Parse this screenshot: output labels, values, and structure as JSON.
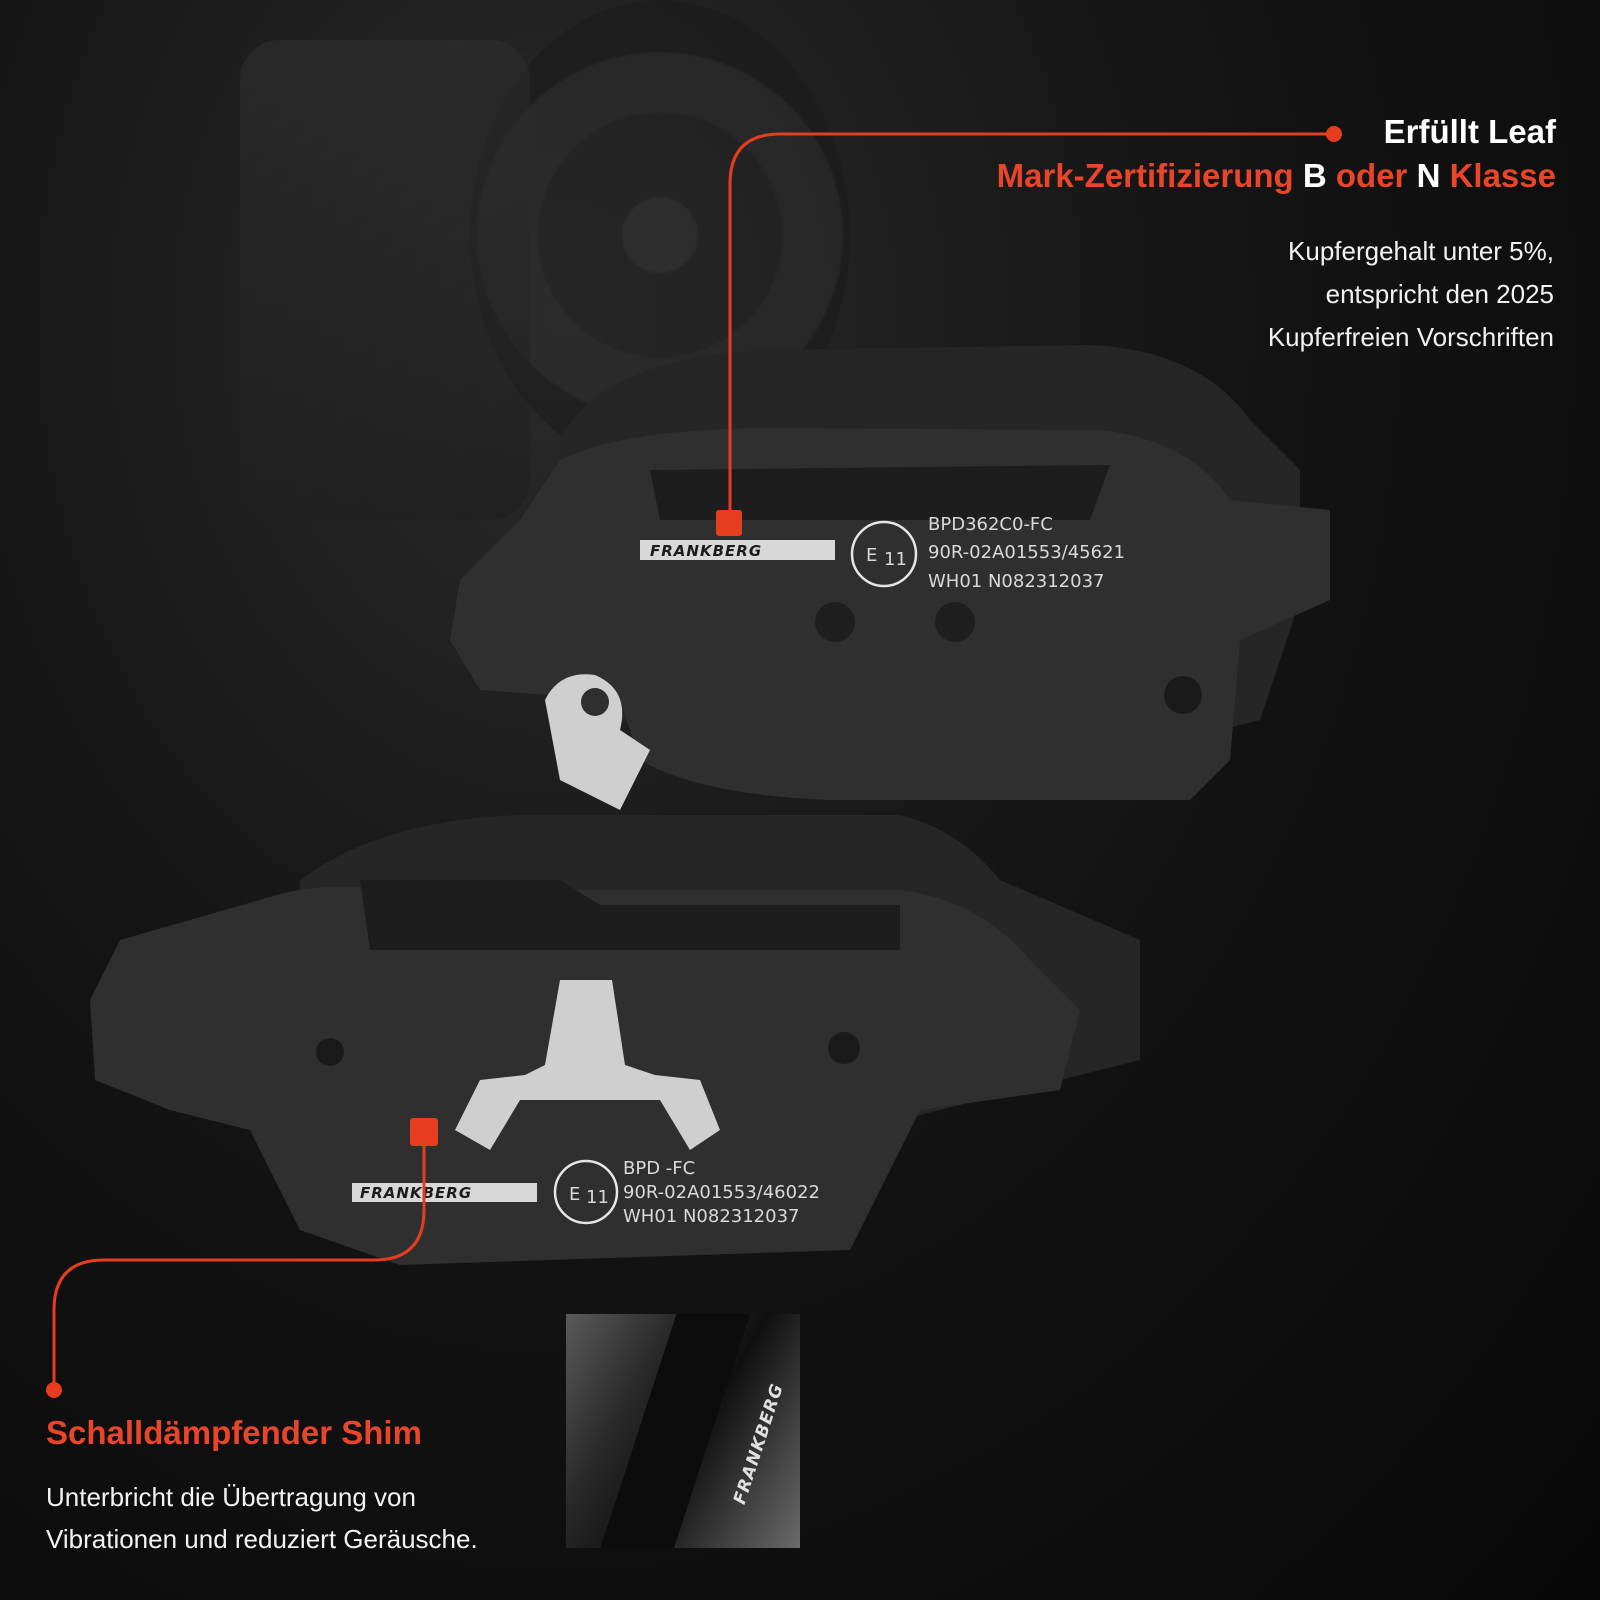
{
  "colors": {
    "accent": "#e8452a",
    "text": "#ffffff",
    "background": "#0b0b0b"
  },
  "cert": {
    "title_line1": "Erfüllt Leaf",
    "title_line2_a": "Mark-Zertifizierung",
    "title_line2_b": "B",
    "title_line2_c": "oder",
    "title_line2_d": "N",
    "title_line2_e": "Klasse",
    "desc_lines": [
      "Kupfergehalt unter 5%,",
      "entspricht den 2025",
      "Kupferfreien Vorschriften"
    ]
  },
  "rear_pad": {
    "brand": "FRANKBERG",
    "mark": "E",
    "mark_sub": "11",
    "code_lines": [
      "BPD362C0-FC",
      "90R-02A01553/45621",
      "WH01  N082312037"
    ]
  },
  "front_pad": {
    "brand": "FRANKBERG",
    "mark": "E",
    "mark_sub": "11",
    "code_lines": [
      "BPD      -FC",
      "90R-02A01553/46022",
      "WH01 N082312037"
    ]
  },
  "shim": {
    "title": "Schalldämpfender Shim",
    "desc_lines": [
      "Unterbricht die Übertragung von",
      "Vibrationen und reduziert Geräusche."
    ]
  },
  "detail": {
    "brand": "FRANKBERG"
  }
}
